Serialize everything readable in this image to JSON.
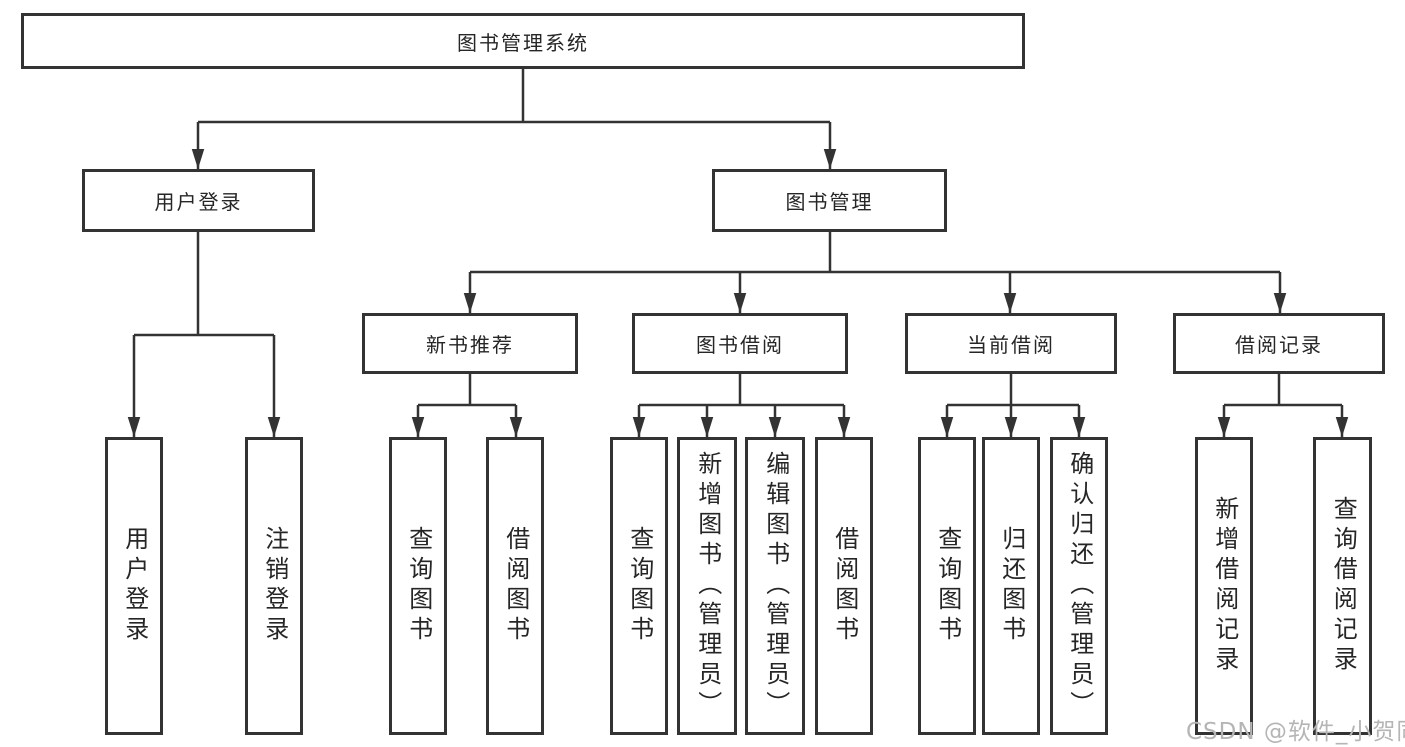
{
  "diagram": {
    "title": "图书管理系统",
    "branches": [
      {
        "label": "用户登录",
        "children": [
          "用户登录",
          "注销登录"
        ]
      },
      {
        "label": "图书管理",
        "sections": [
          {
            "label": "新书推荐",
            "children": [
              "查询图书",
              "借阅图书"
            ]
          },
          {
            "label": "图书借阅",
            "children": [
              "查询图书",
              "新增图书（管理员）",
              "编辑图书（管理员）",
              "借阅图书"
            ]
          },
          {
            "label": "当前借阅",
            "children": [
              "查询图书",
              "归还图书",
              "确认归还（管理员）"
            ]
          },
          {
            "label": "借阅记录",
            "children": [
              "新增借阅记录",
              "查询借阅记录"
            ]
          }
        ]
      }
    ],
    "watermark": "CSDN @软件_小贺同学",
    "colors": {
      "line": "#333333",
      "text": "#262626",
      "watermark": "#b5b5b5",
      "background": "#ffffff"
    }
  }
}
